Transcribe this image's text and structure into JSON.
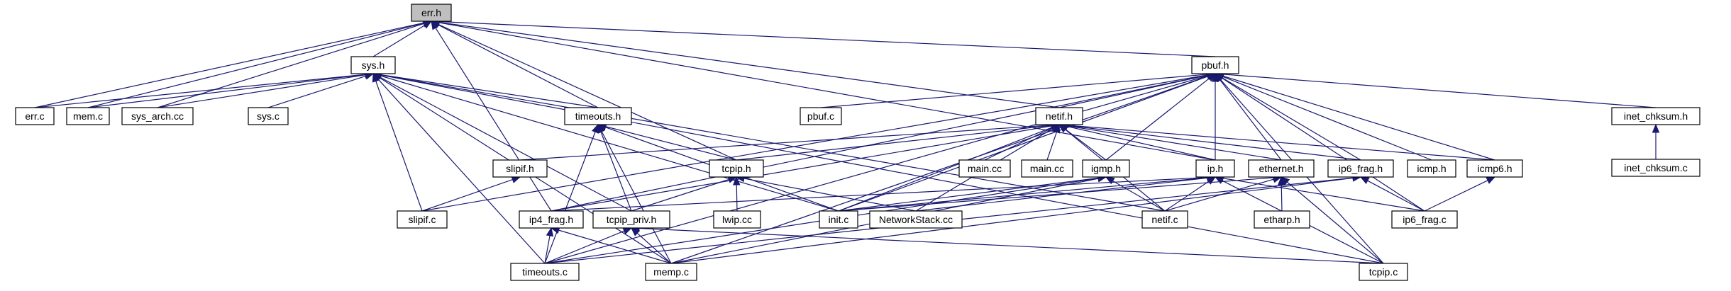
{
  "diagram": {
    "type": "include-dependency-graph",
    "colors": {
      "edge": "#191970",
      "root_fill": "#bfbfbf",
      "node_fill": "#ffffff",
      "border": "#000000"
    },
    "nodes": [
      {
        "id": "err_h",
        "label": "err.h",
        "root": true
      },
      {
        "id": "sys_h",
        "label": "sys.h"
      },
      {
        "id": "pbuf_h",
        "label": "pbuf.h"
      },
      {
        "id": "err_c",
        "label": "err.c"
      },
      {
        "id": "mem_c",
        "label": "mem.c"
      },
      {
        "id": "sys_arch_cc",
        "label": "sys_arch.cc"
      },
      {
        "id": "sys_c",
        "label": "sys.c"
      },
      {
        "id": "timeouts_h",
        "label": "timeouts.h"
      },
      {
        "id": "pbuf_c",
        "label": "pbuf.c"
      },
      {
        "id": "netif_h",
        "label": "netif.h"
      },
      {
        "id": "inet_chksum_h",
        "label": "inet_chksum.h"
      },
      {
        "id": "inet_chksum_c",
        "label": "inet_chksum.c"
      },
      {
        "id": "slipif_h",
        "label": "slipif.h"
      },
      {
        "id": "tcpip_h",
        "label": "tcpip.h"
      },
      {
        "id": "main_cc_1",
        "label": "main.cc"
      },
      {
        "id": "main_cc_2",
        "label": "main.cc"
      },
      {
        "id": "igmp_h",
        "label": "igmp.h"
      },
      {
        "id": "ip_h",
        "label": "ip.h"
      },
      {
        "id": "ethernet_h",
        "label": "ethernet.h"
      },
      {
        "id": "ip6_frag_h",
        "label": "ip6_frag.h"
      },
      {
        "id": "icmp_h",
        "label": "icmp.h"
      },
      {
        "id": "icmp6_h",
        "label": "icmp6.h"
      },
      {
        "id": "slipif_c",
        "label": "slipif.c"
      },
      {
        "id": "ip4_frag_h",
        "label": "ip4_frag.h"
      },
      {
        "id": "tcpip_priv_h",
        "label": "tcpip_priv.h"
      },
      {
        "id": "lwip_cc",
        "label": "lwip.cc"
      },
      {
        "id": "init_c",
        "label": "init.c"
      },
      {
        "id": "networkstack_cc",
        "label": "NetworkStack.cc"
      },
      {
        "id": "netif_c",
        "label": "netif.c"
      },
      {
        "id": "etharp_h",
        "label": "etharp.h"
      },
      {
        "id": "ip6_frag_c",
        "label": "ip6_frag.c"
      },
      {
        "id": "timeouts_c",
        "label": "timeouts.c"
      },
      {
        "id": "memp_c",
        "label": "memp.c"
      },
      {
        "id": "tcpip_c",
        "label": "tcpip.c"
      }
    ],
    "edges": [
      [
        "sys_h",
        "err_h"
      ],
      [
        "err_c",
        "err_h"
      ],
      [
        "mem_c",
        "err_h"
      ],
      [
        "sys_arch_cc",
        "err_h"
      ],
      [
        "timeouts_h",
        "err_h"
      ],
      [
        "tcpip_h",
        "err_h"
      ],
      [
        "ip4_frag_h",
        "err_h"
      ],
      [
        "netif_h",
        "err_h"
      ],
      [
        "pbuf_h",
        "err_h"
      ],
      [
        "ip_h",
        "err_h"
      ],
      [
        "err_c",
        "sys_h"
      ],
      [
        "mem_c",
        "sys_h"
      ],
      [
        "sys_arch_cc",
        "sys_h"
      ],
      [
        "sys_c",
        "sys_h"
      ],
      [
        "timeouts_h",
        "sys_h"
      ],
      [
        "slipif_c",
        "sys_h"
      ],
      [
        "timeouts_c",
        "sys_h"
      ],
      [
        "memp_c",
        "sys_h"
      ],
      [
        "tcpip_priv_h",
        "sys_h"
      ],
      [
        "init_c",
        "sys_h"
      ],
      [
        "netif_c",
        "sys_h"
      ],
      [
        "tcpip_c",
        "sys_h"
      ],
      [
        "pbuf_c",
        "pbuf_h"
      ],
      [
        "netif_h",
        "pbuf_h"
      ],
      [
        "inet_chksum_h",
        "pbuf_h"
      ],
      [
        "igmp_h",
        "pbuf_h"
      ],
      [
        "ip_h",
        "pbuf_h"
      ],
      [
        "ethernet_h",
        "pbuf_h"
      ],
      [
        "ip6_frag_h",
        "pbuf_h"
      ],
      [
        "icmp_h",
        "pbuf_h"
      ],
      [
        "icmp6_h",
        "pbuf_h"
      ],
      [
        "slipif_c",
        "pbuf_h"
      ],
      [
        "ip4_frag_h",
        "pbuf_h"
      ],
      [
        "init_c",
        "pbuf_h"
      ],
      [
        "timeouts_c",
        "pbuf_h"
      ],
      [
        "memp_c",
        "pbuf_h"
      ],
      [
        "tcpip_c",
        "pbuf_h"
      ],
      [
        "ip6_frag_c",
        "pbuf_h"
      ],
      [
        "inet_chksum_c",
        "inet_chksum_h"
      ],
      [
        "tcpip_h",
        "timeouts_h"
      ],
      [
        "tcpip_priv_h",
        "timeouts_h"
      ],
      [
        "timeouts_c",
        "timeouts_h"
      ],
      [
        "memp_c",
        "timeouts_h"
      ],
      [
        "init_c",
        "timeouts_h"
      ],
      [
        "slipif_c",
        "slipif_h"
      ],
      [
        "tcpip_h",
        "netif_h"
      ],
      [
        "main_cc_1",
        "netif_h"
      ],
      [
        "main_cc_2",
        "netif_h"
      ],
      [
        "igmp_h",
        "netif_h"
      ],
      [
        "ip_h",
        "netif_h"
      ],
      [
        "ethernet_h",
        "netif_h"
      ],
      [
        "ip6_frag_h",
        "netif_h"
      ],
      [
        "icmp6_h",
        "netif_h"
      ],
      [
        "ip4_frag_h",
        "netif_h"
      ],
      [
        "init_c",
        "netif_h"
      ],
      [
        "networkstack_cc",
        "netif_h"
      ],
      [
        "netif_c",
        "netif_h"
      ],
      [
        "slipif_h",
        "netif_h"
      ],
      [
        "lwip_cc",
        "tcpip_h"
      ],
      [
        "tcpip_priv_h",
        "tcpip_h"
      ],
      [
        "networkstack_cc",
        "tcpip_h"
      ],
      [
        "init_c",
        "igmp_h"
      ],
      [
        "netif_c",
        "igmp_h"
      ],
      [
        "timeouts_c",
        "igmp_h"
      ],
      [
        "memp_c",
        "igmp_h"
      ],
      [
        "init_c",
        "ip_h"
      ],
      [
        "netif_c",
        "ip_h"
      ],
      [
        "ip6_frag_c",
        "ip_h"
      ],
      [
        "ip4_frag_h",
        "ip_h"
      ],
      [
        "tcpip_c",
        "ip_h"
      ],
      [
        "networkstack_cc",
        "ip_h"
      ],
      [
        "etharp_h",
        "ethernet_h"
      ],
      [
        "netif_c",
        "ethernet_h"
      ],
      [
        "tcpip_c",
        "ethernet_h"
      ],
      [
        "init_c",
        "ethernet_h"
      ],
      [
        "ip6_frag_c",
        "ip6_frag_h"
      ],
      [
        "timeouts_c",
        "ip6_frag_h"
      ],
      [
        "memp_c",
        "ip6_frag_h"
      ],
      [
        "ip6_frag_c",
        "icmp6_h"
      ],
      [
        "timeouts_c",
        "ip4_frag_h"
      ],
      [
        "memp_c",
        "ip4_frag_h"
      ],
      [
        "timeouts_c",
        "tcpip_priv_h"
      ],
      [
        "memp_c",
        "tcpip_priv_h"
      ],
      [
        "tcpip_c",
        "tcpip_priv_h"
      ]
    ]
  }
}
